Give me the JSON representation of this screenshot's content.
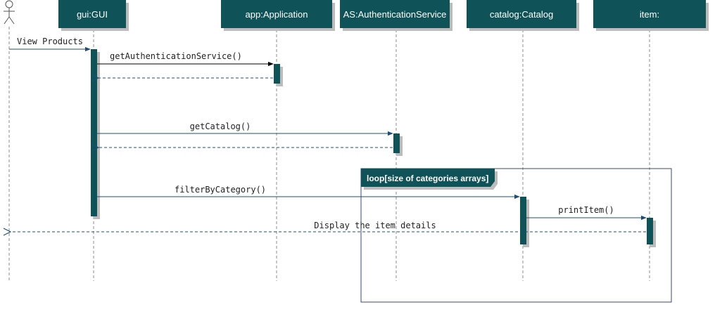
{
  "diagram": {
    "type": "sequence",
    "colors": {
      "lifeline_fill": "#0f5257",
      "activation_fill": "#0f5257",
      "arrow": "#1d4f74",
      "lifeline_line": "#8c8c8c",
      "frame_border": "#3a4a6b"
    },
    "actor": {
      "label": ""
    },
    "participants": [
      {
        "id": "gui",
        "label": "gui:GUI"
      },
      {
        "id": "app",
        "label": "app:Application"
      },
      {
        "id": "as",
        "label": "AS:AuthenticationService"
      },
      {
        "id": "catalog",
        "label": "catalog:Catalog"
      },
      {
        "id": "item",
        "label": "item:"
      }
    ],
    "messages": [
      {
        "label": "View Products",
        "from": "actor",
        "to": "gui",
        "kind": "sync"
      },
      {
        "label": "getAuthenticationService()",
        "from": "gui",
        "to": "app",
        "kind": "sync"
      },
      {
        "label": "",
        "from": "app",
        "to": "gui",
        "kind": "return"
      },
      {
        "label": "getCatalog()",
        "from": "gui",
        "to": "as",
        "kind": "sync"
      },
      {
        "label": "",
        "from": "as",
        "to": "gui",
        "kind": "return"
      },
      {
        "label": "filterByCategory()",
        "from": "gui",
        "to": "catalog",
        "kind": "sync"
      },
      {
        "label": "printItem()",
        "from": "catalog",
        "to": "item",
        "kind": "sync"
      },
      {
        "label": "Display the item details",
        "from": "item",
        "to": "actor",
        "kind": "return"
      }
    ],
    "fragment": {
      "label": "loop[size of categories arrays]"
    }
  }
}
